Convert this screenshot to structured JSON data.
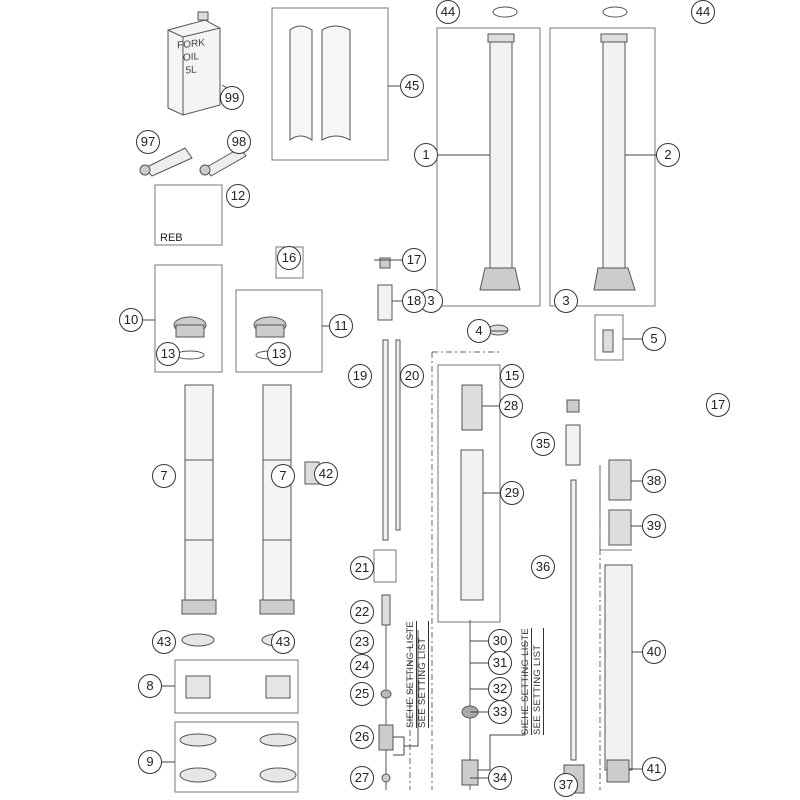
{
  "title": "Front fork exploded parts diagram",
  "can_label": [
    "FORK",
    "OIL",
    "5L"
  ],
  "reb_label": "REB",
  "setting_note": {
    "line1": "SIEHE SETTING LISTE",
    "line2": "SEE SETTING LIST"
  },
  "callouts": [
    "99",
    "97",
    "98",
    "12",
    "16",
    "10",
    "13",
    "11",
    "13",
    "42",
    "7",
    "7",
    "43",
    "43",
    "8",
    "9",
    "45",
    "44",
    "44",
    "1",
    "2",
    "3",
    "3",
    "4",
    "5",
    "17",
    "18",
    "19",
    "20",
    "21",
    "22",
    "23",
    "24",
    "25",
    "26",
    "27",
    "15",
    "28",
    "29",
    "30",
    "31",
    "32",
    "33",
    "34",
    "17",
    "35",
    "36",
    "37",
    "38",
    "39",
    "40",
    "41"
  ]
}
